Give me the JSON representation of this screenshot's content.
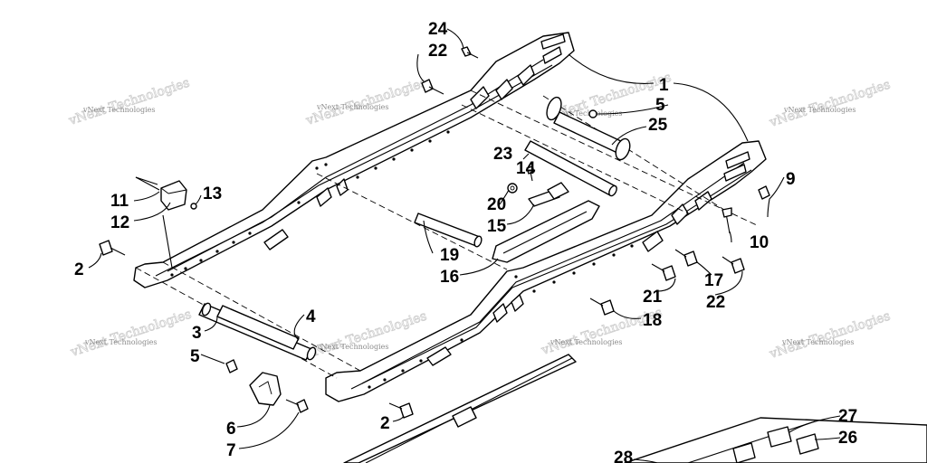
{
  "diagram": {
    "watermark_text": "vNext Technologies",
    "callouts": {
      "c1": "1",
      "c2a": "2",
      "c2b": "2",
      "c3": "3",
      "c4": "4",
      "c5a": "5",
      "c5b": "5",
      "c6": "6",
      "c7": "7",
      "c9": "9",
      "c10": "10",
      "c11": "11",
      "c12": "12",
      "c13": "13",
      "c14": "14",
      "c15": "15",
      "c16": "16",
      "c17": "17",
      "c18": "18",
      "c19": "19",
      "c20": "20",
      "c21": "21",
      "c22a": "22",
      "c22b": "22",
      "c23": "23",
      "c24": "24",
      "c25": "25",
      "c26": "26",
      "c27": "27",
      "c28": "28"
    }
  }
}
